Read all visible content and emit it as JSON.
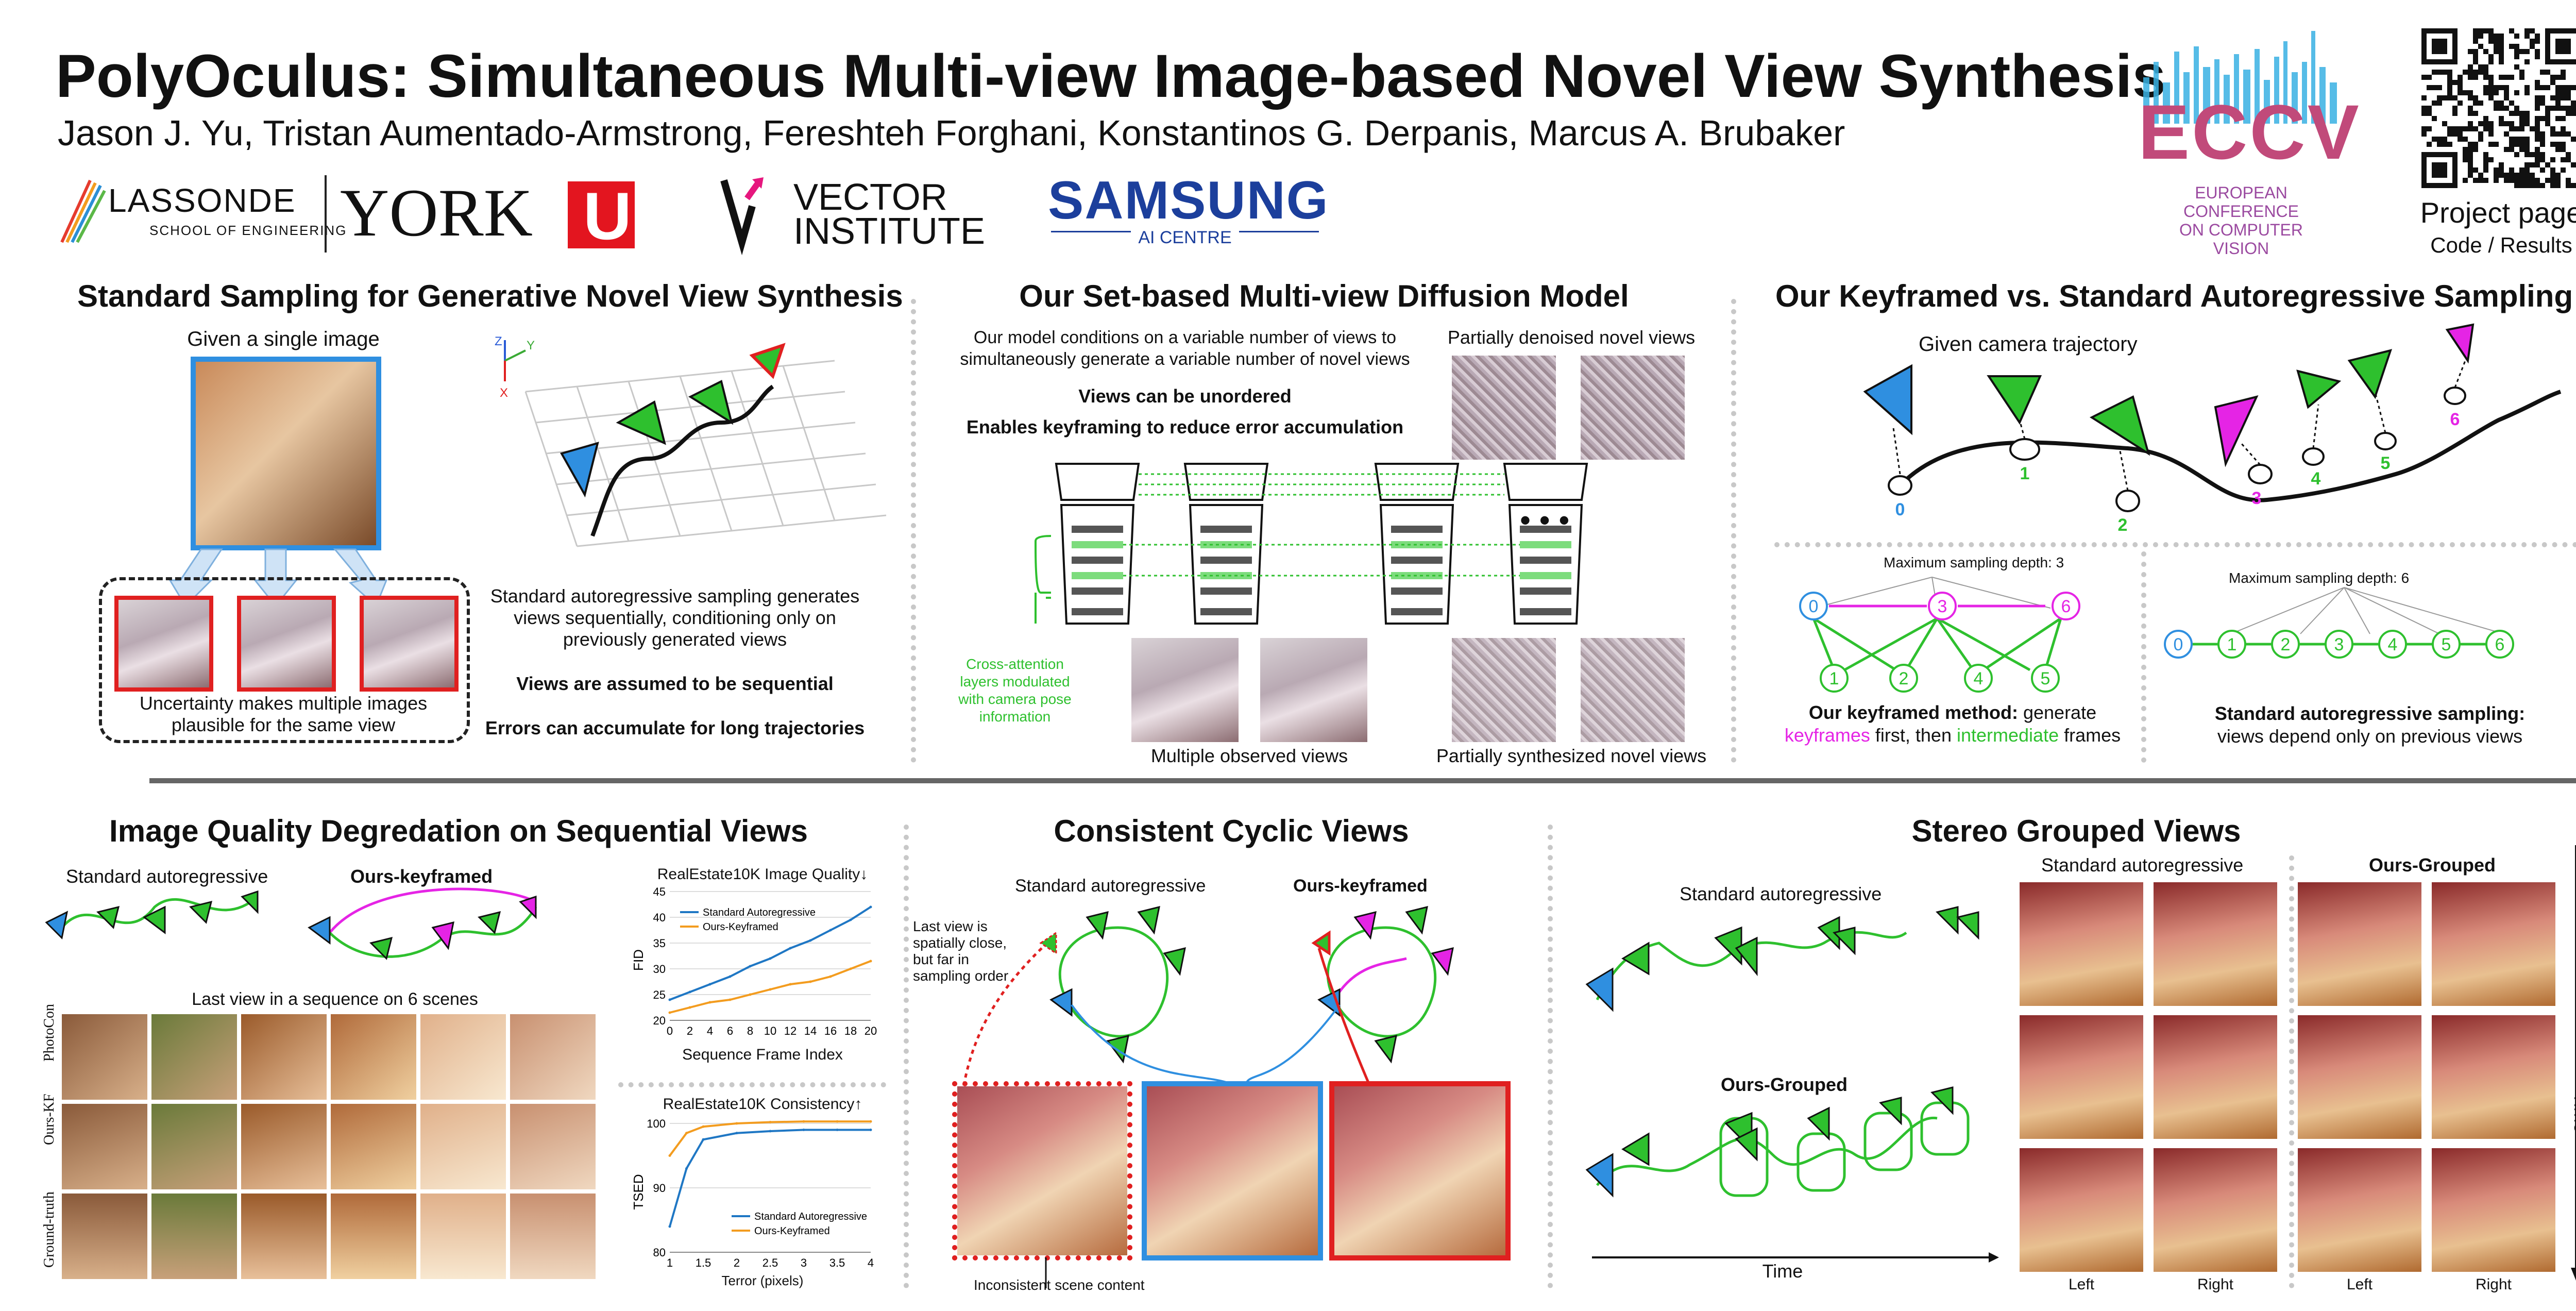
{
  "header": {
    "title": "PolyOculus: Simultaneous Multi-view Image-based Novel View Synthesis",
    "authors": "Jason J. Yu, Tristan Aumentado-Armstrong, Fereshteh Forghani, Konstantinos G. Derpanis, Marcus A. Brubaker",
    "logos": {
      "lassonde": "LASSONDE",
      "lassonde_sub": "SCHOOL OF ENGINEERING",
      "york": "YORK",
      "york_mark": "U",
      "vector_1": "VECTOR",
      "vector_2": "INSTITUTE",
      "samsung": "SAMSUNG",
      "samsung_sub": "AI CENTRE",
      "eccv": "ECCV",
      "eccv_sub": [
        "EUROPEAN",
        "CONFERENCE",
        "ON COMPUTER",
        "VISION"
      ]
    },
    "project_page": "Project page",
    "project_sub": "Code / Results"
  },
  "s1": {
    "title": "Standard Sampling for Generative Novel View Synthesis",
    "given": "Given a single image",
    "uncertainty": "Uncertainty makes multiple images plausible for the same view",
    "desc": "Standard autoregressive sampling generates views sequentially, conditioning only on previously generated views",
    "bold1": "Views are assumed to be sequential",
    "bold2": "Errors can accumulate for long trajectories",
    "axes": {
      "z": "Z",
      "y": "Y",
      "x": "X"
    }
  },
  "s2": {
    "title": "Our Set-based Multi-view Diffusion Model",
    "desc": "Our model conditions on a variable number of views to simultaneously generate a variable number of novel views",
    "bold1": "Views can be unordered",
    "bold2": "Enables keyframing to reduce error accumulation",
    "partially_denoised": "Partially denoised novel views",
    "cross_attn": "Cross-attention layers modulated with camera pose information",
    "observed": "Multiple observed views",
    "synth": "Partially synthesized novel views",
    "ellipsis": "• • •"
  },
  "s3": {
    "title": "Our Keyframed vs. Standard Autoregressive Sampling",
    "given": "Given camera trajectory",
    "traj_labels": [
      "0",
      "1",
      "2",
      "3",
      "4",
      "5",
      "6"
    ],
    "depth3": "Maximum sampling depth: 3",
    "depth6": "Maximum sampling depth: 6",
    "kf_bold": "Our keyframed method:",
    "kf_text1": " generate",
    "kf_key": "keyframes",
    "kf_text2": " first, then ",
    "kf_inter": "intermediate",
    "kf_text3": " frames",
    "std_bold": "Standard autoregressive sampling:",
    "std_text": "views depend only on previous views",
    "kf_nodes_top": [
      "0",
      "3",
      "6"
    ],
    "kf_nodes_bottom": [
      "1",
      "2",
      "4",
      "5"
    ],
    "std_nodes": [
      "0",
      "1",
      "2",
      "3",
      "4",
      "5",
      "6"
    ]
  },
  "s4": {
    "title": "Image Quality Degredation on Sequential Views",
    "std": "Standard autoregressive",
    "ours": "Ours-keyframed",
    "last_view": "Last view in a sequence on 6 scenes",
    "rows": [
      "PhotoCon",
      "Ours-KF",
      "Ground-truth"
    ]
  },
  "s5": {
    "title": "Consistent Cyclic Views",
    "std": "Standard autoregressive",
    "ours": "Ours-keyframed",
    "note": "Last view is spatially close, but far in sampling order",
    "inconsistent": "Inconsistent scene content"
  },
  "s6": {
    "title": "Stereo Grouped Views",
    "std": "Standard autoregressive",
    "grouped": "Ours-Grouped",
    "time": "Time",
    "time_v": "Time",
    "left": "Left",
    "right": "Right"
  },
  "chart_data": [
    {
      "type": "line",
      "title": "RealEstate10K Image Quality↓",
      "xlabel": "Sequence Frame Index",
      "ylabel": "FID",
      "x": [
        0,
        2,
        4,
        6,
        8,
        10,
        12,
        14,
        16,
        18,
        20
      ],
      "xticks": [
        "0",
        "2",
        "4",
        "6",
        "8",
        "10",
        "12",
        "14",
        "16",
        "18",
        "20"
      ],
      "yticks": [
        "20",
        "25",
        "30",
        "35",
        "40",
        "45"
      ],
      "xlim": [
        0,
        20
      ],
      "ylim": [
        20,
        45
      ],
      "series": [
        {
          "name": "Standard Autoregressive",
          "color": "#1f77c4",
          "values": [
            24,
            25.5,
            27,
            28.5,
            30.5,
            32,
            34,
            35.5,
            37.5,
            39.5,
            42
          ]
        },
        {
          "name": "Ours-Keyframed",
          "color": "#f39c1f",
          "values": [
            21.5,
            22.5,
            23.5,
            24,
            25,
            26,
            27,
            27.5,
            28.5,
            30,
            31.5
          ]
        }
      ],
      "legend": "top-left"
    },
    {
      "type": "line",
      "title": "RealEstate10K Consistency↑",
      "xlabel": "Terror (pixels)",
      "ylabel": "TSED",
      "x": [
        1,
        1.25,
        1.5,
        2,
        2.5,
        3,
        3.5,
        4
      ],
      "xticks": [
        "1",
        "1.5",
        "2",
        "2.5",
        "3",
        "3.5",
        "4"
      ],
      "yticks": [
        "80",
        "90",
        "100"
      ],
      "xlim": [
        1,
        4
      ],
      "ylim": [
        80,
        100
      ],
      "series": [
        {
          "name": "Standard Autoregressive",
          "color": "#1f77c4",
          "values": [
            84,
            93,
            97.5,
            98.5,
            98.8,
            99,
            99,
            99
          ]
        },
        {
          "name": "Ours-Keyframed",
          "color": "#f39c1f",
          "values": [
            95,
            98.5,
            99.5,
            100,
            100.2,
            100.3,
            100.3,
            100.3
          ]
        }
      ],
      "legend": "bottom-right"
    }
  ]
}
